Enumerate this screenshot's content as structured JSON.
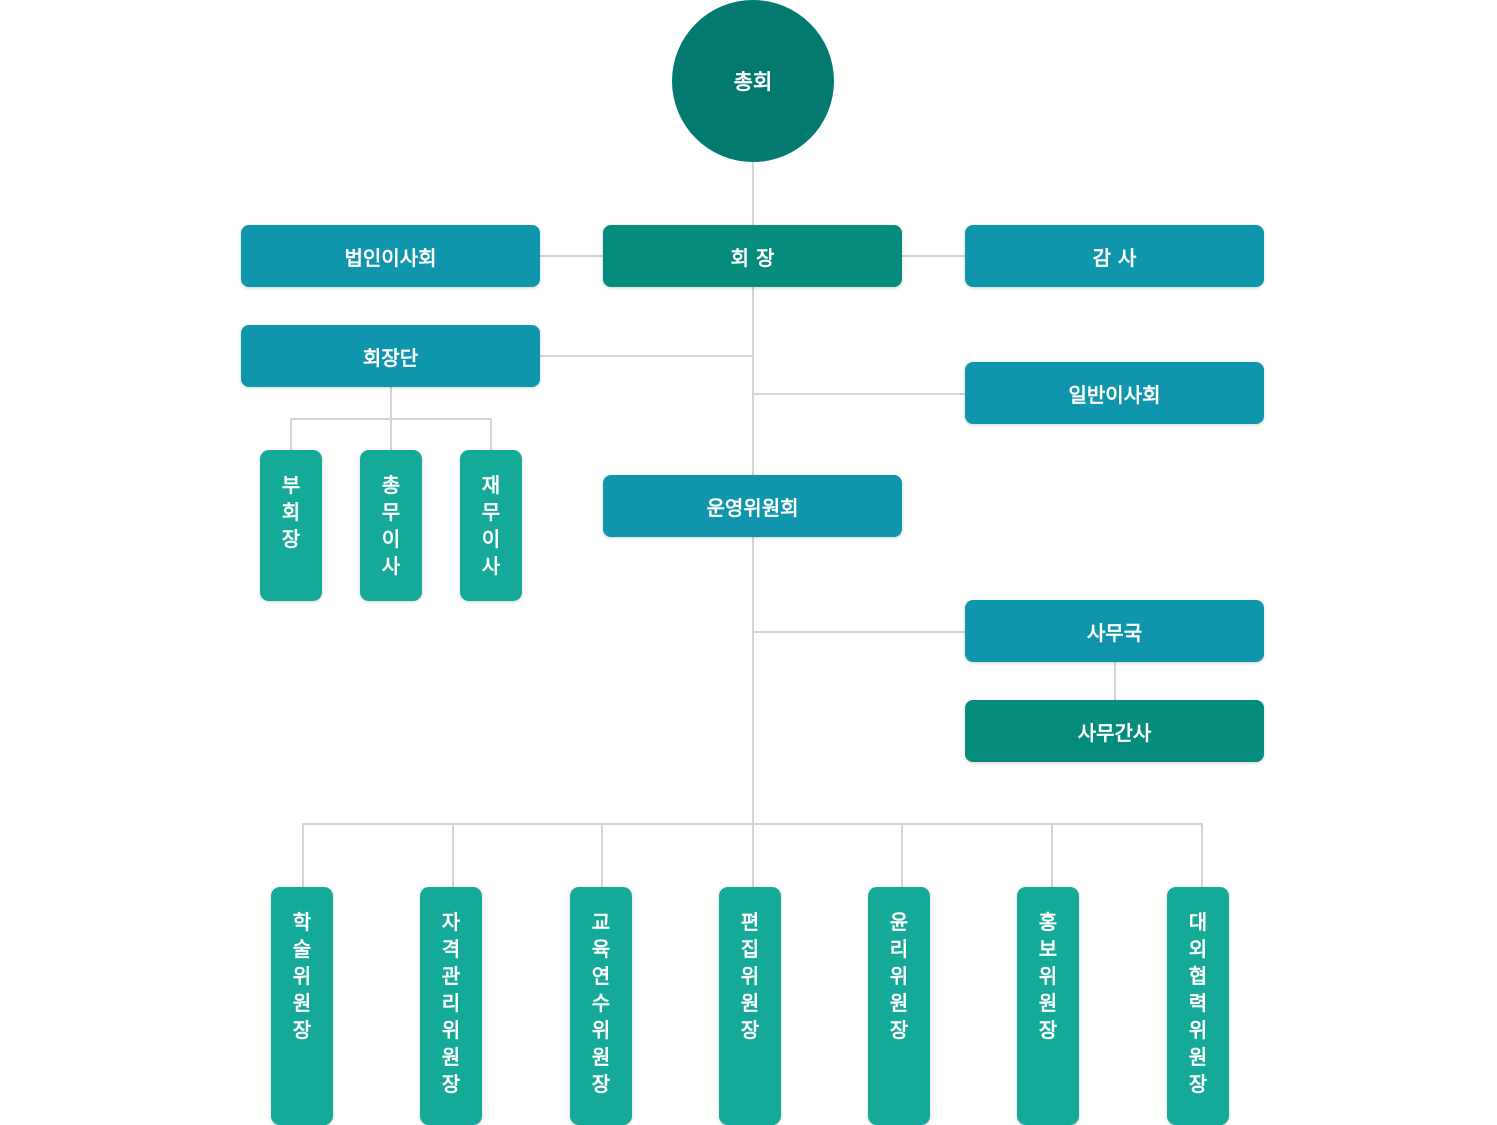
{
  "general_assembly": "총회",
  "president": "회 장",
  "corporate_board": "법인이사회",
  "auditor": "감 사",
  "presidency": "회장단",
  "general_board": "일반이사회",
  "operating_committee": "운영위원회",
  "secretariat": "사무국",
  "secretary": "사무간사",
  "presidency_members": [
    {
      "label": "부회장"
    },
    {
      "label": "총무이사"
    },
    {
      "label": "재무이사"
    }
  ],
  "committee_chairs": [
    {
      "label": "학술위원장"
    },
    {
      "label": "자격관리위원장"
    },
    {
      "label": "교육연수위원장"
    },
    {
      "label": "편집위원장"
    },
    {
      "label": "윤리위원장"
    },
    {
      "label": "홍보위원장"
    },
    {
      "label": "대외협력위원장"
    }
  ],
  "colors": {
    "circle": "#037a70",
    "blue_box": "#0f96ad",
    "green_box": "#058c7d",
    "teal_box": "#14a999",
    "connector": "#d4d4d4"
  }
}
